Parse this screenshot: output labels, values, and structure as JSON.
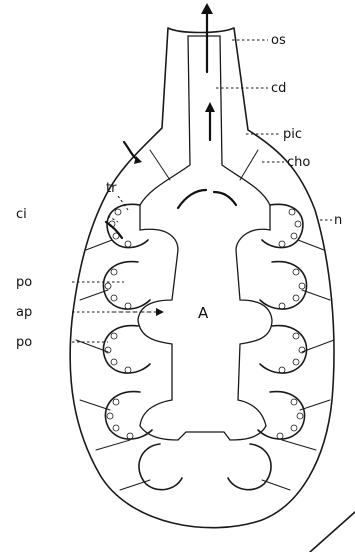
{
  "labels": {
    "os": "os",
    "cd": "cd",
    "pic": "pic",
    "cho": "cho",
    "n": "n",
    "tr": "tr",
    "ci": "ci",
    "po_upper": "po",
    "ap": "ap",
    "po_lower": "po",
    "A": "A"
  },
  "colors": {
    "ink": "#1a1a1a",
    "background": "#ffffff"
  }
}
